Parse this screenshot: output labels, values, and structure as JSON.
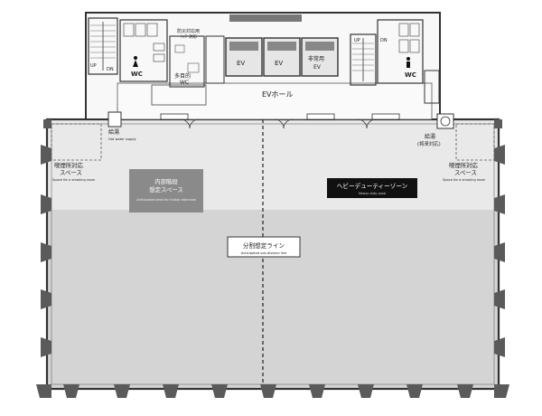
{
  "core": {
    "ev_labels": [
      "EV",
      "EV",
      "非常用"
    ],
    "ev_third_sub": "EV",
    "ev_hall": "EVホール",
    "wc_left": "WC",
    "wc_right": "WC",
    "multi_wc_jp": "多目的",
    "multi_wc_en": "WC",
    "shower_jp": "ｼｬﾜｰ対応",
    "ps_label": "防災対応用",
    "up_left": "UP",
    "dn_left": "DN",
    "up_right": "UP",
    "dn_right": "DN"
  },
  "annotations": {
    "water_left_jp": "給湯",
    "water_left_en": "Hot water supply",
    "water_right_jp": "給湯",
    "water_right_sub": "(将来対応)",
    "smoking_left_jp_1": "喫煙所対応",
    "smoking_left_jp_2": "スペース",
    "smoking_left_en": "Space for a smoking room",
    "smoking_right_jp_1": "喫煙所対応",
    "smoking_right_jp_2": "スペース",
    "smoking_right_en": "Space for a smoking room",
    "stair_jp_1": "内部階段",
    "stair_jp_2": "想定スペース",
    "stair_en": "Anticipated area for indoor staircase",
    "heavy_jp": "ヘビーデューティーゾーン",
    "heavy_en": "Heavy duty zone",
    "division_jp": "分割想定ライン",
    "division_en": "Anticipated sub-division line"
  },
  "colors": {
    "light_area": "#e9e9e9",
    "mid_area": "#d4d4d4",
    "stair_box": "#8a8a8a",
    "heavy_box": "#111111",
    "wall": "#333333",
    "column": "#5a5a5a"
  }
}
